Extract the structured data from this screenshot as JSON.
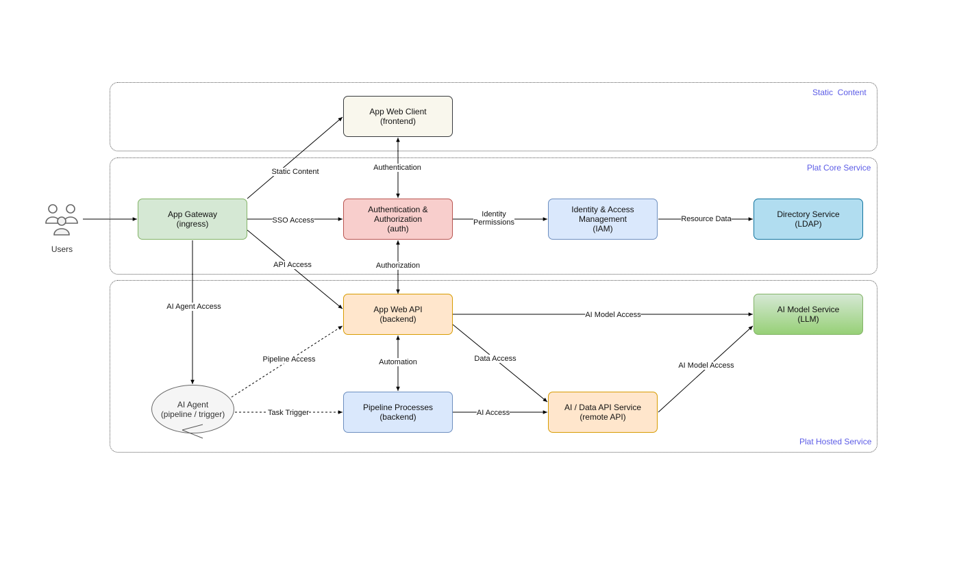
{
  "zones": {
    "static": "Static  Content",
    "core": "Plat Core Service",
    "hosted": "Plat Hosted Service"
  },
  "actor": {
    "label": "Users",
    "icon": "users-icon"
  },
  "nodes": {
    "web_client": {
      "line1": "App Web Client",
      "line2": "(frontend)",
      "fill": "#f9f7ed",
      "stroke": "#36393d"
    },
    "gateway": {
      "line1": "App Gateway",
      "line2": "(ingress)",
      "fill": "#d5e8d4",
      "stroke": "#82b366"
    },
    "auth": {
      "line1": "Authentication &",
      "line2": "Authorization",
      "line3": "(auth)",
      "fill": "#f8cecc",
      "stroke": "#b85450"
    },
    "iam": {
      "line1": "Identity & Access",
      "line2": "Management",
      "line3": "(IAM)",
      "fill": "#dae8fc",
      "stroke": "#6c8ebf"
    },
    "ldap": {
      "line1": "Directory Service",
      "line2": "(LDAP)",
      "fill": "#b1ddf0",
      "stroke": "#10739e"
    },
    "web_api": {
      "line1": "App Web API",
      "line2": "(backend)",
      "fill": "#ffe6cc",
      "stroke": "#d79b00"
    },
    "llm": {
      "line1": "AI Model Service",
      "line2": "(LLM)",
      "fill": "#d5e8d4",
      "stroke": "#82b366"
    },
    "agent": {
      "line1": "AI Agent",
      "line2": "(pipeline / trigger)",
      "fill": "#f5f5f5",
      "stroke": "#666666"
    },
    "pipeline": {
      "line1": "Pipeline Processes",
      "line2": "(backend)",
      "fill": "#dae8fc",
      "stroke": "#6c8ebf"
    },
    "data_api": {
      "line1": "AI / Data API Service",
      "line2": "(remote API)",
      "fill": "#ffe6cc",
      "stroke": "#d79b00"
    }
  },
  "edge_labels": {
    "static_content": "Static Content",
    "authentication": "Authentication",
    "sso_access": "SSO Access",
    "identity": "Identity",
    "permissions": "Permissions",
    "resource_data": "Resource Data",
    "api_access": "API Access",
    "authorization": "Authorization",
    "ai_agent_access": "AI Agent Access",
    "ai_model_access_1": "AI Model Access",
    "pipeline_access": "Pipeline Access",
    "automation": "Automation",
    "data_access": "Data Access",
    "ai_model_access_2": "AI Model Access",
    "task_trigger": "Task Trigger",
    "ai_access": "AI Access"
  }
}
